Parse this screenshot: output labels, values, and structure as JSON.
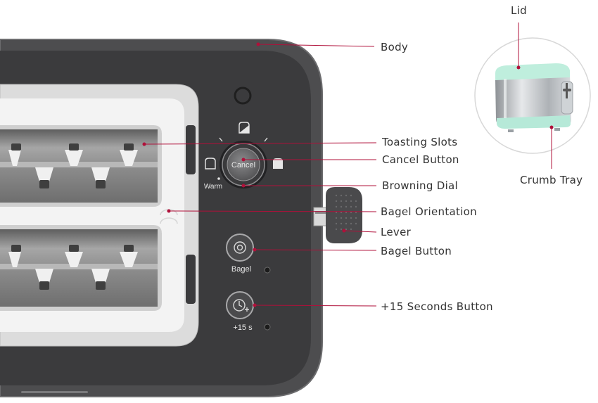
{
  "colors": {
    "body": "#4b4b4d",
    "body_edge": "#6a6a6c",
    "panel": "#3a3a3c",
    "slot_frame": "#d8d8d8",
    "slot_metal": "#8c8c8c",
    "leader_line": "#b0103a",
    "label_text": "#333333",
    "toaster_mint": "#b9ebdb"
  },
  "icons": [
    "toast-light-icon",
    "toast-dark-icon",
    "toast-half-icon",
    "bagel-orientation-icon",
    "bagel-icon",
    "clock-plus-icon"
  ],
  "controls": {
    "cancel": "Cancel",
    "warm": "Warm",
    "bagel": "Bagel",
    "plus15": "+15 s"
  },
  "callouts": {
    "body": "Body",
    "toasting_slots": "Toasting Slots",
    "cancel_button": "Cancel Button",
    "browning_dial": "Browning Dial",
    "bagel_orientation": "Bagel Orientation",
    "lever": "Lever",
    "bagel_button": "Bagel Button",
    "plus15_button": "+15 Seconds Button",
    "lid": "Lid",
    "crumb_tray": "Crumb Tray"
  }
}
